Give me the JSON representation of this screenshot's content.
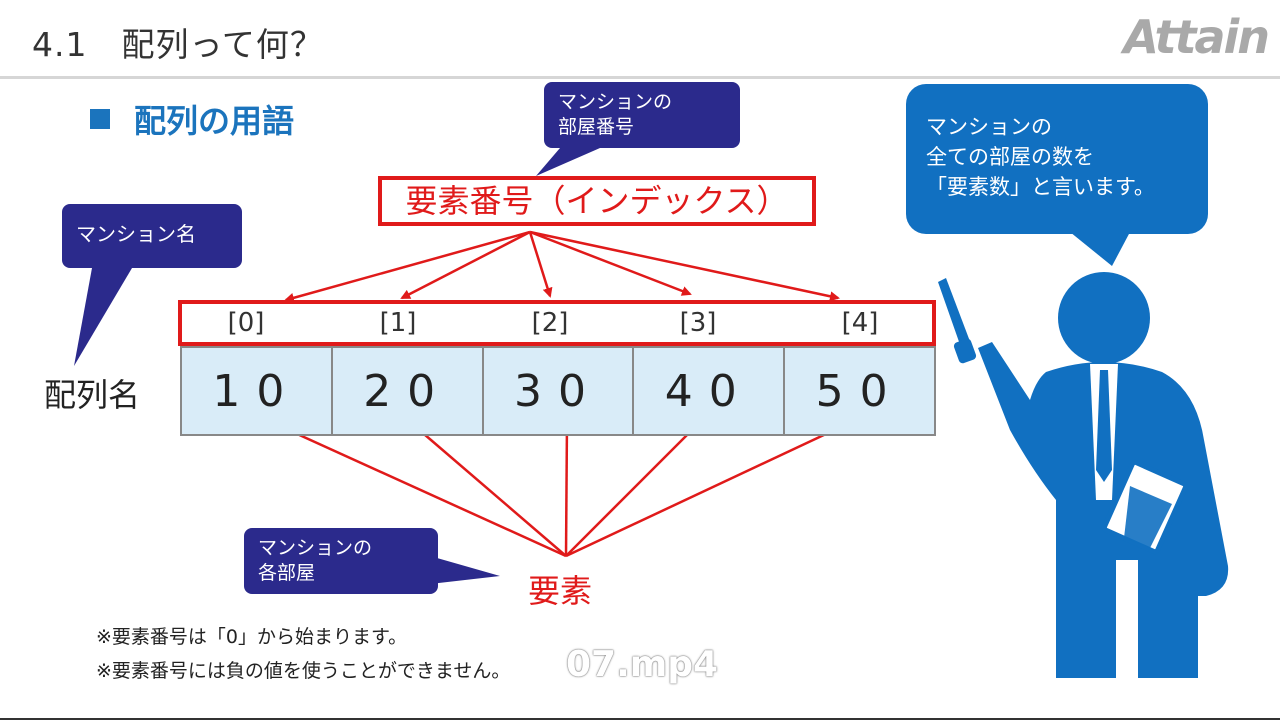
{
  "header": {
    "title": "4.1　配列って何？",
    "logo": "Attain"
  },
  "section_title": "配列の用語",
  "callouts": {
    "room_number": "マンションの\n部屋番号",
    "mansion_name": "マンション名",
    "each_room": "マンションの\n各部屋",
    "element_count": "マンションの\n全ての部屋の数を\n「要素数」と言います。"
  },
  "index_label": "要素番号（インデックス）",
  "indices": [
    "[0]",
    "[1]",
    "[2]",
    "[3]",
    "[4]"
  ],
  "array_name": "配列名",
  "values": [
    "10",
    "20",
    "30",
    "40",
    "50"
  ],
  "element_label": "要素",
  "notes": [
    "※要素番号は「0」から始まります。",
    "※要素番号には負の値を使うことができません。"
  ],
  "watermark": "07.mp4",
  "colors": {
    "accent_red": "#e01a1a",
    "callout_navy": "#2b2a8c",
    "callout_blue": "#1170c1",
    "cell_fill": "#d9ecf8",
    "section_blue": "#1b74bd"
  }
}
